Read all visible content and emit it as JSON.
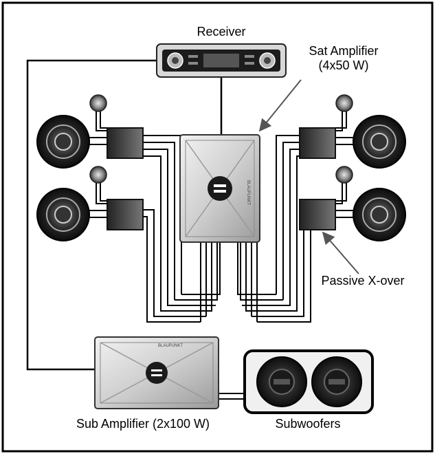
{
  "labels": {
    "receiver": "Receiver",
    "sat_amplifier_line1": "Sat Amplifier",
    "sat_amplifier_line2": "(4x50 W)",
    "passive_xover": "Passive X-over",
    "sub_amplifier": "Sub Amplifier (2x100 W)",
    "subwoofers": "Subwoofers"
  },
  "brand_text": "BLAUPUNKT",
  "colors": {
    "frame": "#000000",
    "wire": "#000000",
    "amp_body": "#d9d9d9",
    "speaker_ring": "#1a1a1a"
  }
}
